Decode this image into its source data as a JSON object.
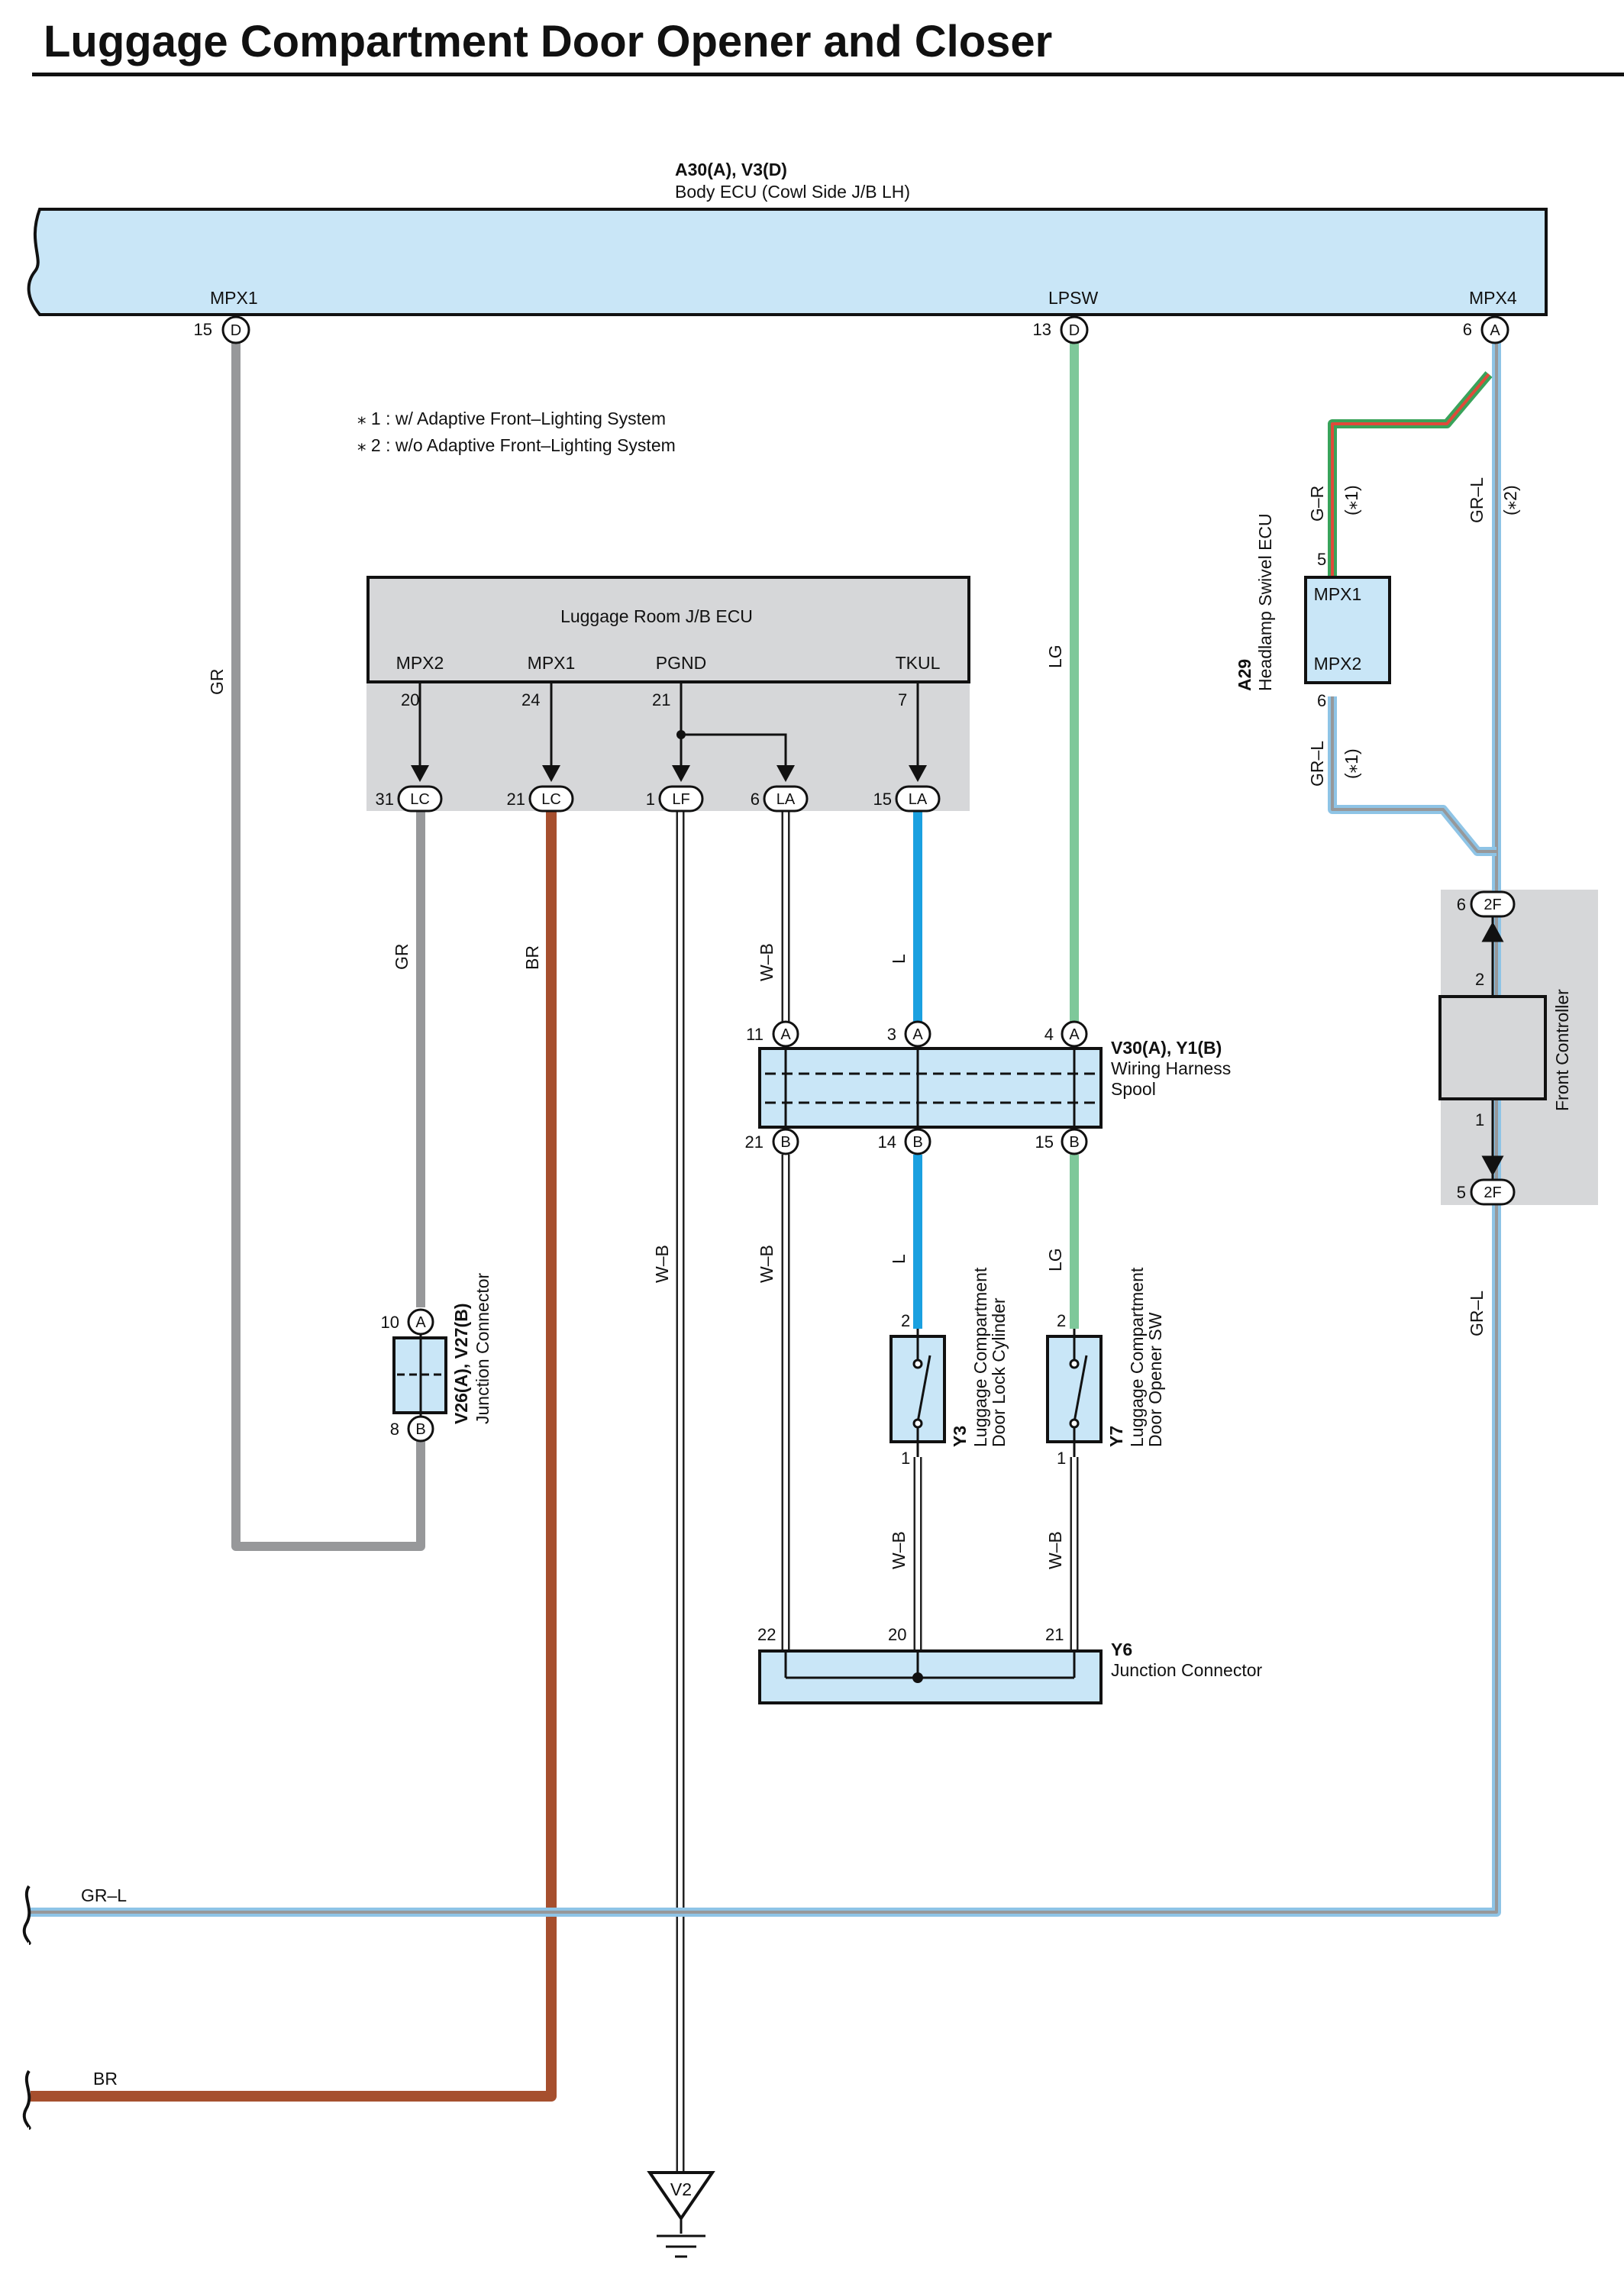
{
  "title": "Luggage Compartment Door Opener and Closer",
  "notes": {
    "note1": "⁎ 1 : w/ Adaptive Front–Lighting System",
    "note2": "⁎ 2 : w/o Adaptive Front–Lighting System"
  },
  "body_ecu": {
    "id": "A30(A), V3(D)",
    "name": "Body ECU (Cowl Side J/B LH)",
    "terminals": [
      {
        "label": "MPX1",
        "pin": "15",
        "conn": "D"
      },
      {
        "label": "LPSW",
        "pin": "13",
        "conn": "D"
      },
      {
        "label": "MPX4",
        "pin": "6",
        "conn": "A"
      }
    ]
  },
  "luggage_jb": {
    "name": "Luggage Room J/B ECU",
    "terminals": [
      {
        "label": "MPX2",
        "pin": "20",
        "out_pin": "31",
        "conn": "LC"
      },
      {
        "label": "MPX1",
        "pin": "24",
        "out_pin": "21",
        "conn": "LC"
      },
      {
        "label": "PGND",
        "pin": "21",
        "out_pin": "1",
        "conn": "LF"
      },
      {
        "label": "",
        "pin": "",
        "out_pin": "6",
        "conn": "LA"
      },
      {
        "label": "TKUL",
        "pin": "7",
        "out_pin": "15",
        "conn": "LA"
      }
    ]
  },
  "spool": {
    "id": "V30(A), Y1(B)",
    "name_line1": "Wiring Harness",
    "name_line2": "Spool",
    "top_pins": [
      {
        "pin": "11",
        "conn": "A"
      },
      {
        "pin": "3",
        "conn": "A"
      },
      {
        "pin": "4",
        "conn": "A"
      }
    ],
    "bottom_pins": [
      {
        "pin": "21",
        "conn": "B"
      },
      {
        "pin": "14",
        "conn": "B"
      },
      {
        "pin": "15",
        "conn": "B"
      }
    ]
  },
  "junction_v26": {
    "id": "V26(A), V27(B)",
    "name": "Junction Connector",
    "top_pin": "10",
    "top_conn": "A",
    "bottom_pin": "8",
    "bottom_conn": "B"
  },
  "y3": {
    "id": "Y3",
    "name_line1": "Luggage Compartment",
    "name_line2": "Door Lock Cylinder",
    "pin_top": "2",
    "pin_bottom": "1"
  },
  "y7": {
    "id": "Y7",
    "name_line1": "Luggage Compartment",
    "name_line2": "Door Opener SW",
    "pin_top": "2",
    "pin_bottom": "1"
  },
  "y6": {
    "id": "Y6",
    "name": "Junction Connector",
    "pins": [
      "22",
      "20",
      "21"
    ]
  },
  "a29": {
    "id": "A29",
    "name": "Headlamp Swivel ECU",
    "t1": "MPX1",
    "t2": "MPX2",
    "pin1": "5",
    "pin2": "6"
  },
  "front_controller": {
    "name": "Front Controller",
    "pin_top": "6",
    "pin_bottom": "5",
    "conn": "2F",
    "inner_top": "2",
    "inner_bottom": "1"
  },
  "ground": {
    "id": "V2"
  },
  "wire_labels": {
    "gr": "GR",
    "lg": "LG",
    "br": "BR",
    "wb": "W–B",
    "l": "L",
    "gr_l": "GR–L",
    "g_r": "G–R",
    "star1": "(⁎1)",
    "star2": "(⁎2)"
  },
  "colors": {
    "gray": "#97989a",
    "green": "#7ec89a",
    "blue": "#1aa0e0",
    "brown": "#a64f2e",
    "light_blue_fill": "#c9e6f7",
    "panel_gray": "#d6d7d9"
  }
}
